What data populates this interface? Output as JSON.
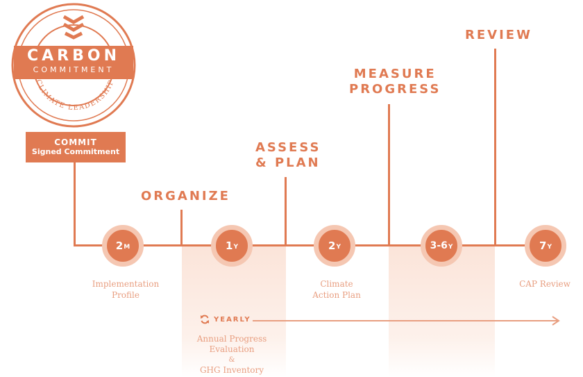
{
  "logo": {
    "main": "CARBON",
    "sub": "COMMITMENT",
    "arc": "CLIMATE LEADERSHIP"
  },
  "commit": {
    "title": "COMMIT",
    "subtitle": "Signed Commitment"
  },
  "phases": {
    "organize": "ORGANIZE",
    "assess": [
      "ASSESS",
      "& PLAN"
    ],
    "measure": [
      "MEASURE",
      "PROGRESS"
    ],
    "review": "REVIEW"
  },
  "milestones": [
    {
      "value": "2",
      "unit": "M",
      "caption": [
        "Implementation",
        "Profile"
      ]
    },
    {
      "value": "1",
      "unit": "Y",
      "caption": []
    },
    {
      "value": "2",
      "unit": "Y",
      "caption": [
        "Climate",
        "Action Plan"
      ]
    },
    {
      "value": "3-6",
      "unit": "Y",
      "caption": []
    },
    {
      "value": "7",
      "unit": "Y",
      "caption": [
        "CAP Review"
      ]
    }
  ],
  "yearly": {
    "label": "YEARLY",
    "caption": [
      "Annual Progress",
      "Evaluation",
      "&",
      "GHG Inventory"
    ]
  },
  "colors": {
    "accent": "#e07a52",
    "light": "#f5c7b2",
    "shade": "#fbe4d9"
  }
}
